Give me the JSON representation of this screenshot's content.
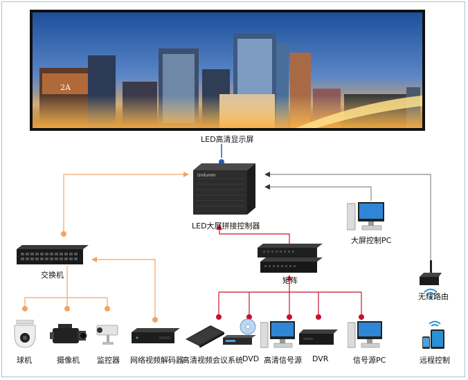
{
  "labels": {
    "led_display": "LED高清显示屏",
    "controller": "LED大屏拼接控制器",
    "controller_brand": "Unilumin",
    "pc_control": "大屏控制PC",
    "switch": "交换机",
    "matrix": "矩阵",
    "router": "无线路由",
    "dome_camera": "球机",
    "camcorder": "摄像机",
    "monitor_camera": "监控器",
    "network_decoder": "网络视频解码器",
    "video_conf": "高清视频会议系统",
    "dvd": "DVD",
    "hd_source": "高清信号源",
    "dvr": "DVR",
    "signal_pc": "信号源PC",
    "remote": "远程控制"
  },
  "colors": {
    "orange": "#f5a25d",
    "red": "#c8102e",
    "blue": "#2a5caa",
    "gray": "#888888",
    "dark": "#222222"
  }
}
